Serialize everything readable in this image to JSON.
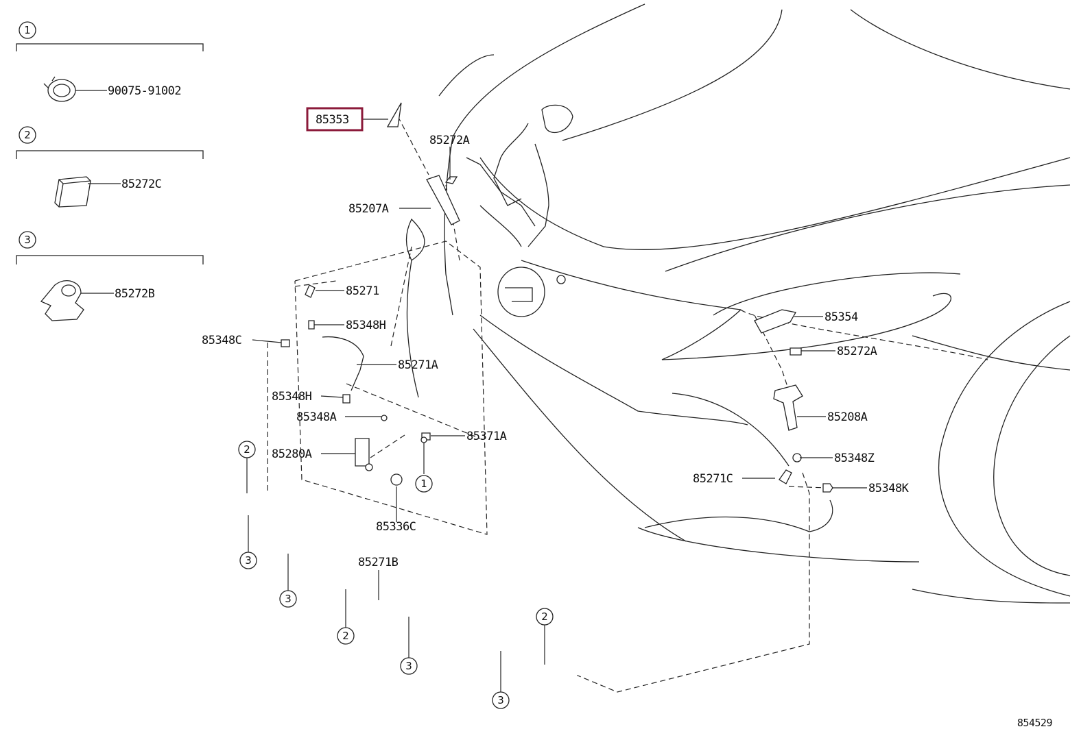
{
  "legend": {
    "groups": [
      {
        "index": "1",
        "part": "90075-91002"
      },
      {
        "index": "2",
        "part": "85272C"
      },
      {
        "index": "3",
        "part": "85272B"
      }
    ]
  },
  "callouts": {
    "p85353": "85353",
    "p85272A_top": "85272A",
    "p85207A": "85207A",
    "p85271": "85271",
    "p85348H_top": "85348H",
    "p85348C": "85348C",
    "p85271A": "85271A",
    "p85348H_mid": "85348H",
    "p85348A": "85348A",
    "p85371A": "85371A",
    "p85280A": "85280A",
    "p85336C": "85336C",
    "p85271B": "85271B",
    "p85354": "85354",
    "p85272A_right": "85272A",
    "p85208A": "85208A",
    "p85348Z": "85348Z",
    "p85271C": "85271C",
    "p85348K": "85348K"
  },
  "clip_markers": [
    "2",
    "3",
    "3",
    "2",
    "3",
    "3",
    "2",
    "1"
  ],
  "highlight": {
    "part": "85353",
    "color": "#8b1a3a"
  },
  "figure_id": "854529"
}
